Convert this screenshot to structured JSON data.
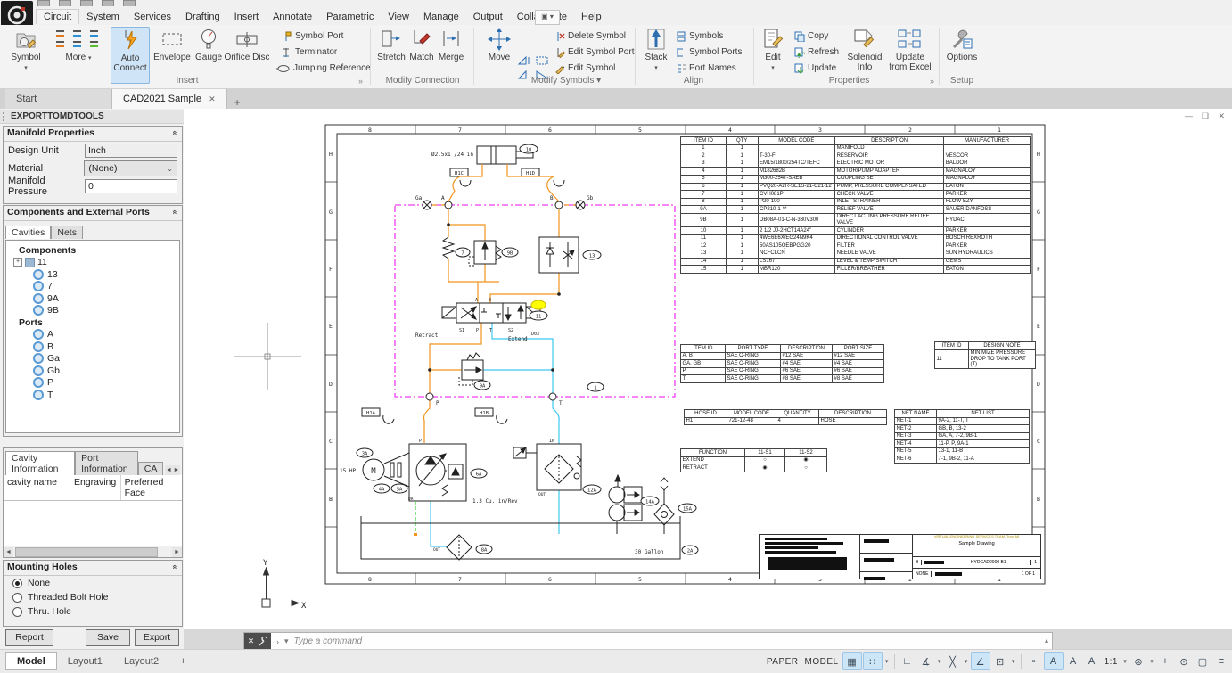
{
  "colors": {
    "accent_orange": "#f0941e",
    "line_cyan": "#3cc8f0",
    "magenta": "#f03cf0",
    "green": "#35d435",
    "highlight_yellow": "#ffff00",
    "ribbon_highlight": "#cfe4f7"
  },
  "icons": {
    "close": "✕",
    "tab_close": "✕",
    "plus": "+",
    "collapse": "«",
    "combo_arrow": "⌄",
    "dialog_launcher": "»",
    "dropdown": "▾",
    "left_arrow": "◄",
    "right_arrow": "►",
    "vp_min": "—",
    "vp_restore": "❑",
    "vp_close": "✕",
    "grid": "▦",
    "snap": "∷",
    "ortho": "∟",
    "polar": "∡",
    "isodraft": "╳",
    "osnap_track": "∠",
    "osnap": "⊡",
    "sel_cycle": "▫",
    "annot_vis": "A",
    "annot_auto": "A",
    "annot_scale": "A",
    "gear": "⊛",
    "isolate": "⊙",
    "clean": "▢",
    "menu": "≡",
    "cmd_prompt": "›",
    "cmd_collapse": "▴"
  },
  "app": {
    "menu_tabs": [
      "Circuit",
      "System",
      "Services",
      "Drafting",
      "Insert",
      "Annotate",
      "Parametric",
      "View",
      "Manage",
      "Output",
      "Collaborate",
      "Help"
    ]
  },
  "ribbon": {
    "symbol": "Symbol",
    "more": "More",
    "auto_connect": "Auto Connect",
    "envelope": "Envelope",
    "gauge": "Gauge",
    "orifice_disc": "Orifice Disc",
    "symbol_port": "Symbol Port",
    "terminator": "Terminator",
    "jumping_reference": "Jumping Reference",
    "stretch": "Stretch",
    "match": "Match",
    "merge": "Merge",
    "move": "Move",
    "delete_symbol": "Delete Symbol",
    "edit_symbol_port": "Edit Symbol Port",
    "edit_symbol": "Edit Symbol",
    "stack": "Stack",
    "symbols": "Symbols",
    "symbol_ports": "Symbol Ports",
    "port_names": "Port Names",
    "edit": "Edit",
    "copy": "Copy",
    "refresh": "Refresh",
    "update": "Update",
    "solenoid_info": "Solenoid Info",
    "update_from_excel": "Update from Excel",
    "options": "Options",
    "groups": {
      "insert": "Insert",
      "modify_connection": "Modify Connection",
      "modify_symbols": "Modify Symbols ▾",
      "align": "Align",
      "properties": "Properties",
      "setup": "Setup"
    }
  },
  "doc_tabs": {
    "start": "Start",
    "active": "CAD2021 Sample",
    "new_tab": "+"
  },
  "palette": {
    "title": "EXPORTTOMDTOOLS",
    "manifold": {
      "header": "Manifold Properties",
      "design_unit_label": "Design Unit",
      "design_unit_value": "Inch",
      "material_label": "Material",
      "material_value": "(None)",
      "pressure_label": "Manifold Pressure",
      "pressure_value": "0"
    },
    "components": {
      "header": "Components and External Ports",
      "tab_cavities": "Cavities",
      "tab_nets": "Nets",
      "components_label": "Components",
      "component_items": [
        "11",
        "13",
        "7",
        "9A",
        "9B"
      ],
      "ports_label": "Ports",
      "port_items": [
        "A",
        "B",
        "Ga",
        "Gb",
        "P",
        "T"
      ]
    },
    "info": {
      "tab_cavity": "Cavity Information",
      "tab_port": "Port Information",
      "tab_ca": "CA",
      "col_cavity": "cavity name",
      "col_engraving": "Engraving",
      "col_face": "Preferred Face"
    },
    "mounting": {
      "header": "Mounting Holes",
      "opt_none": "None",
      "opt_threaded": "Threaded Bolt Hole",
      "opt_thru": "Thru. Hole",
      "selected": "None"
    },
    "buttons": {
      "report": "Report",
      "save": "Save",
      "export": "Export"
    }
  },
  "sheet": {
    "zones_h": [
      "8",
      "7",
      "6",
      "5",
      "4",
      "3",
      "2",
      "1"
    ],
    "zones_v": [
      "H",
      "G",
      "F",
      "E",
      "D",
      "C",
      "B"
    ]
  },
  "drawing": {
    "labels": {
      "cyl_size": "Ø2.5x1 /24 in",
      "ga": "Ga",
      "a": "A",
      "b": "B",
      "gb": "Gb",
      "retract": "Retract",
      "extend": "Extend",
      "s1": "S1",
      "s2": "S2",
      "d03": "D03",
      "dcv_a": "A",
      "dcv_b": "B",
      "dcv_p": "P",
      "dcv_t": "T",
      "p_port": "P",
      "t_port": "T",
      "pump_p": "P",
      "hp": "15 HP",
      "motor": "M",
      "displacement": "1.3 Cu. in/Rev",
      "dr": "DR",
      "out1": "OUT",
      "in1": "IN",
      "out2": "OUT",
      "gallon": "30 Gallon",
      "ucs_x": "X",
      "ucs_y": "Y"
    },
    "badges": {
      "b10": "10",
      "h1c": "H1C",
      "h1d": "H1D",
      "b7": "7",
      "b9b": "9B",
      "b13": "13",
      "b11": "11",
      "b9a": "9A",
      "b1": "1",
      "h1a": "H1A",
      "h1b": "H1B",
      "b3a": "3A",
      "b4a": "4A",
      "b5a": "5A",
      "b6a": "6A",
      "b8a": "8A",
      "b12a": "12A",
      "b14a": "14A",
      "b15a": "15A",
      "b2a": "2A"
    }
  },
  "tables": {
    "bom": {
      "rows": [
        [
          "ITEM ID",
          "QTY",
          "MODEL CODE",
          "DESCRIPTION",
          "MANUFACTURER"
        ],
        [
          "1",
          "1",
          "",
          "MANIFOLD",
          ""
        ],
        [
          "2",
          "1",
          "T-30-F",
          "RESERVOIR",
          "VESCOR"
        ],
        [
          "3",
          "1",
          "EM15/1800/254TC/TEFC",
          "ELECTRIC MOTOR",
          "BALDOR"
        ],
        [
          "4",
          "1",
          "M182682B",
          "MOTOR/PUMP ADAPTER",
          "MAGNALOY"
        ],
        [
          "5",
          "1",
          "M300-254T-SAEB",
          "COUPLING SET",
          "MAGNALOY"
        ],
        [
          "6",
          "1",
          "PVQ20-A2R-SE1S-21-C21-12",
          "PUMP, PRESSURE COMPENSATED",
          "EATON"
        ],
        [
          "7",
          "1",
          "CVH081P",
          "CHECK VALVE",
          "PARKER"
        ],
        [
          "8",
          "1",
          "P20-100",
          "INLET STRAINER",
          "FLOW-EZY"
        ],
        [
          "9A",
          "1",
          "CP210-1-**",
          "RELIEF VALVE",
          "SAUER-DANFOSS"
        ],
        [
          "9B",
          "1",
          "DB08A-01-C-N-330V300",
          "DIRECT ACTING PRESSURE RELIEF VALVE",
          "HYDAC"
        ],
        [
          "10",
          "1",
          "2 1/2 JJ-2HCT14A24\"",
          "CYLINDER",
          "PARKER"
        ],
        [
          "11",
          "1",
          "4WE6E6X/EG24N9K4",
          "DIRECTIONAL CONTROL VALVE",
          "BOSCH REXROTH"
        ],
        [
          "12",
          "1",
          "50AS105QEBPGG20",
          "FILTER",
          "PARKER"
        ],
        [
          "13",
          "1",
          "NCFCLCN",
          "NEEDLE VALVE",
          "SUN HYDRAULICS"
        ],
        [
          "14",
          "1",
          "LS167",
          "LEVEL & TEMP SWITCH",
          "GEMS"
        ],
        [
          "15",
          "1",
          "MBR120",
          "FILLER/BREATHER",
          "EATON"
        ]
      ]
    },
    "ports": {
      "rows": [
        [
          "ITEM ID",
          "PORT TYPE",
          "DESCRIPTION",
          "PORT SIZE"
        ],
        [
          "A, B",
          "SAE O-RING",
          "#12 SAE",
          "#12 SAE"
        ],
        [
          "GA, GB",
          "SAE O-RING",
          "#4 SAE",
          "#4 SAE"
        ],
        [
          "P",
          "SAE O-RING",
          "#6 SAE",
          "#6 SAE"
        ],
        [
          "T",
          "SAE O-RING",
          "#8 SAE",
          "#8 SAE"
        ]
      ]
    },
    "design_note": {
      "rows": [
        [
          "ITEM ID",
          "DESIGN NOTE"
        ],
        [
          "11",
          "MINIMIZE PRESSURE DROP TO TANK PORT (T)"
        ]
      ]
    },
    "hose": {
      "rows": [
        [
          "HOSE ID",
          "MODEL CODE",
          "QUANTITY",
          "DESCRIPTION"
        ],
        [
          "H1",
          "721-12-48",
          "4",
          "HOSE"
        ]
      ]
    },
    "nets": {
      "rows": [
        [
          "NET NAME",
          "NET LIST"
        ],
        [
          "NET-1",
          "9A-2, 11-T, T"
        ],
        [
          "NET-2",
          "GB, B, 13-2"
        ],
        [
          "NET-3",
          "GA, A, 7-2, 9B-1"
        ],
        [
          "NET-4",
          "11-P, P, 9A-1"
        ],
        [
          "NET-5",
          "13-1, 11-B"
        ],
        [
          "NET-6",
          "7-1, 9B-2, 11-A"
        ]
      ]
    },
    "function": {
      "rows": [
        [
          "FUNCTION",
          "11-S1",
          "11-S2"
        ],
        [
          "EXTEND",
          "○",
          "◉"
        ],
        [
          "RETRACT",
          "◉",
          "○"
        ]
      ]
    }
  },
  "title_block": {
    "company": "VIRTUAL ENGINEERING SERVICES TEAM, Troy, MI",
    "drawing_title": "Sample Drawing",
    "size": "B",
    "doc_number": "HYDCAD2000 B1",
    "rev": "1",
    "scale": "NONE",
    "sheet": "1 OF 1"
  },
  "command": {
    "placeholder": "Type a command"
  },
  "layout_tabs": {
    "model": "Model",
    "layout1": "Layout1",
    "layout2": "Layout2",
    "new": "+"
  },
  "status": {
    "paper": "PAPER",
    "model": "MODEL",
    "scale": "1:1"
  }
}
